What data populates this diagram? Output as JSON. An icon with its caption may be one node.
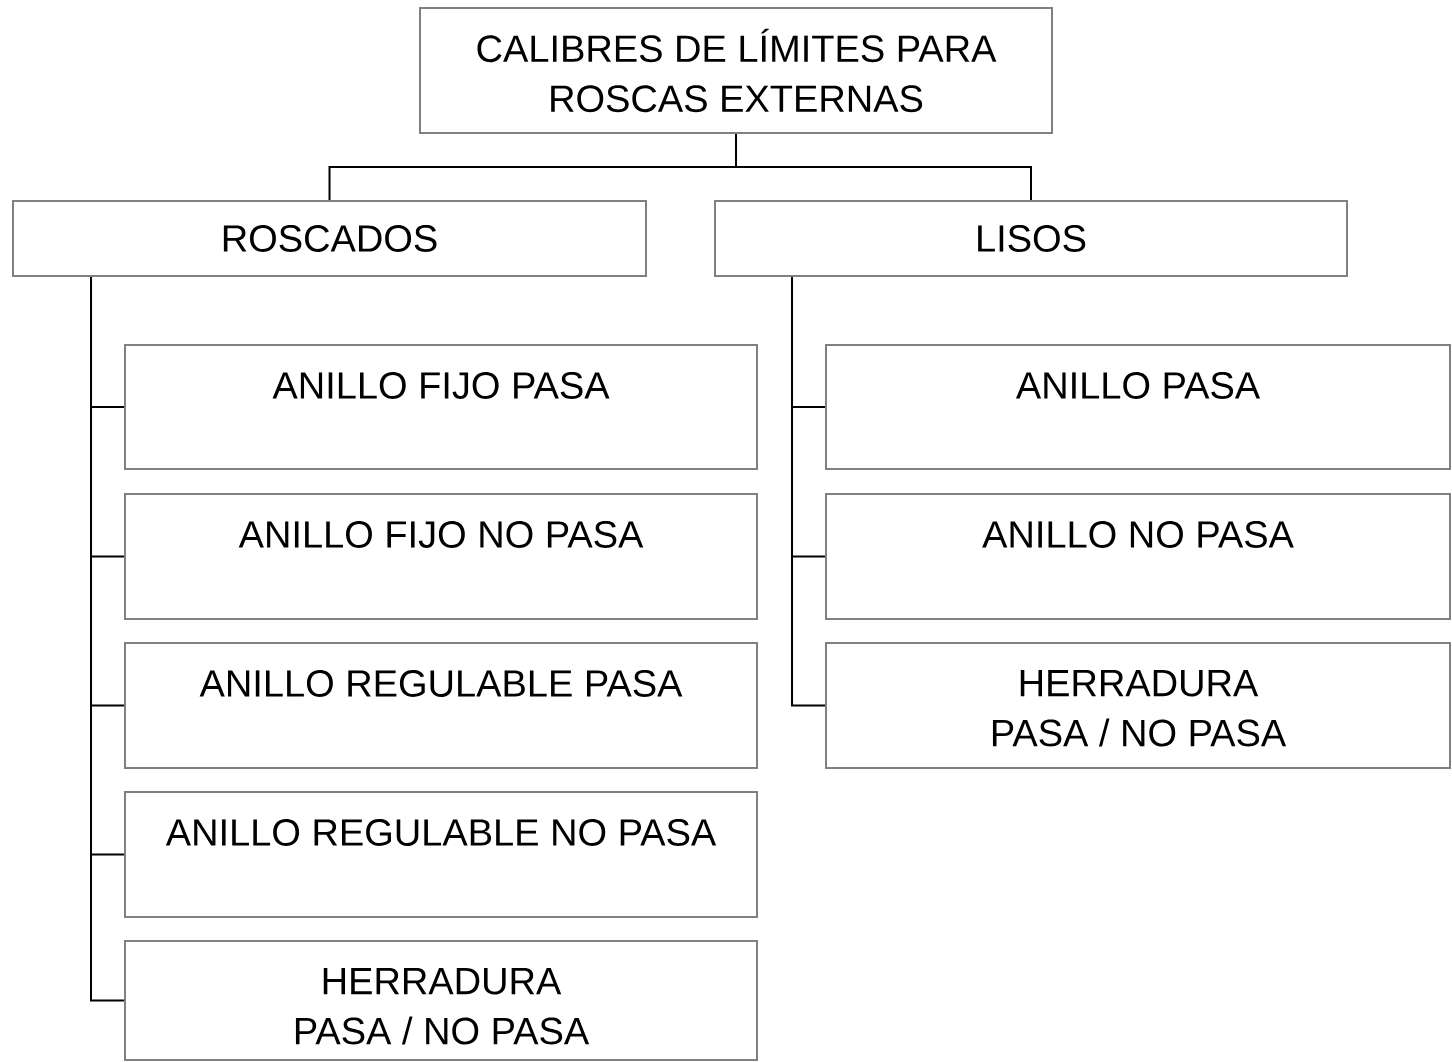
{
  "diagram": {
    "nodes": [
      {
        "text": [
          "CALIBRES DE LÍMITES PARA ROSCAS EXTERNAS"
        ]
      },
      {
        "text": [
          "ROSCADOS"
        ]
      },
      {
        "text": [
          "LISOS"
        ]
      },
      {
        "text": [
          "ANILLO FIJO PASA"
        ]
      },
      {
        "text": [
          "ANILLO FIJO NO PASA"
        ]
      },
      {
        "text": [
          "ANILLO REGULABLE PASA"
        ]
      },
      {
        "text": [
          "ANILLO REGULABLE NO PASA"
        ]
      },
      {
        "text": [
          "HERRADURA PASA / NO PASA"
        ]
      },
      {
        "text": [
          "ANILLO PASA"
        ]
      },
      {
        "text": [
          "ANILLO NO PASA"
        ]
      },
      {
        "text": [
          "HERRADURA PASA / NO PASA"
        ]
      }
    ],
    "edges": [
      {
        "from": 0,
        "to": 1,
        "arrow": "none"
      },
      {
        "from": 0,
        "to": 2,
        "arrow": "none"
      },
      {
        "from": 1,
        "to": 3,
        "arrow": "none"
      },
      {
        "from": 1,
        "to": 4,
        "arrow": "none"
      },
      {
        "from": 1,
        "to": 5,
        "arrow": "none"
      },
      {
        "from": 1,
        "to": 6,
        "arrow": "none"
      },
      {
        "from": 1,
        "to": 7,
        "arrow": "none"
      },
      {
        "from": 2,
        "to": 8,
        "arrow": "none"
      },
      {
        "from": 2,
        "to": 9,
        "arrow": "none"
      },
      {
        "from": 2,
        "to": 10,
        "arrow": "none"
      }
    ]
  }
}
